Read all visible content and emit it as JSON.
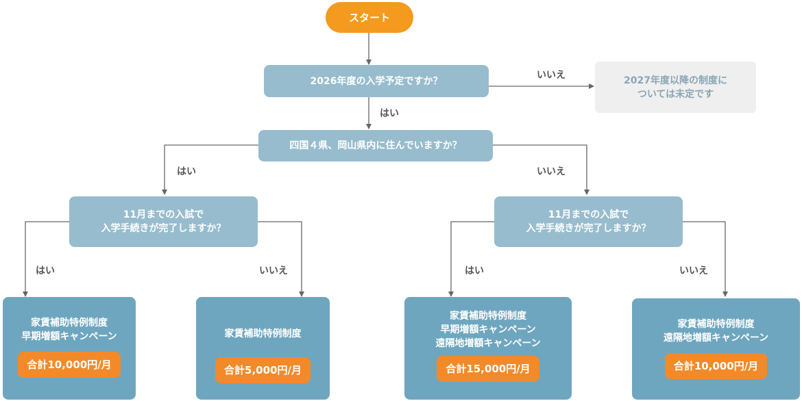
{
  "start": {
    "label": "スタート"
  },
  "q1": {
    "text": "2026年度の入学予定ですか？"
  },
  "note": {
    "lines": [
      "2027年度以降の制度に",
      "ついては未定です"
    ]
  },
  "q2": {
    "text": "四国４県、岡山県内に住んでいますか？"
  },
  "q3_left": {
    "lines": [
      "11月までの入試で",
      "入学手続きが完了しますか？"
    ]
  },
  "q3_right": {
    "lines": [
      "11月までの入試で",
      "入学手続きが完了しますか？"
    ]
  },
  "labels": {
    "yes": "はい",
    "no": "いいえ"
  },
  "results": [
    {
      "lines": [
        "家賃補助特例制度",
        "早期増額キャンペーン"
      ],
      "amount": "合計10,000円/月"
    },
    {
      "lines": [
        "家賃補助特例制度"
      ],
      "amount": "合計5,000円/月"
    },
    {
      "lines": [
        "家賃補助特例制度",
        "早期増額キャンペーン",
        "遠隔地増額キャンペーン"
      ],
      "amount": "合計15,000円/月"
    },
    {
      "lines": [
        "家賃補助特例制度",
        "遠隔地増額キャンペーン"
      ],
      "amount": "合計10,000円/月"
    }
  ],
  "colors": {
    "start": "#f39a1f",
    "question": "#97bccd",
    "result": "#6ea6bf",
    "amount_pill": "#f28a2a",
    "note_bg": "#efefef",
    "note_text": "#8aa6b4",
    "connector": "#666666"
  }
}
